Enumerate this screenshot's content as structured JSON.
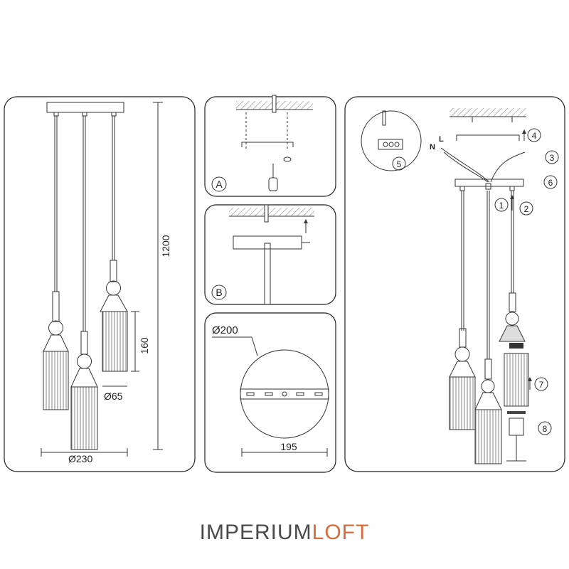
{
  "panel1": {
    "height_label": "1200",
    "shade_height_label": "160",
    "shade_diameter_label": "Ø65",
    "base_width_label": "Ø230"
  },
  "panelA": {
    "label": "A"
  },
  "panelB": {
    "label": "B"
  },
  "panelC": {
    "diameter_label": "Ø200",
    "width_label": "195"
  },
  "panel4": {
    "wire_labels": [
      "N",
      "L"
    ],
    "steps": [
      "1",
      "2",
      "3",
      "4",
      "5",
      "6",
      "7",
      "8"
    ]
  },
  "brand": {
    "part1": "IMPERIUM",
    "part2": "LOFT"
  }
}
